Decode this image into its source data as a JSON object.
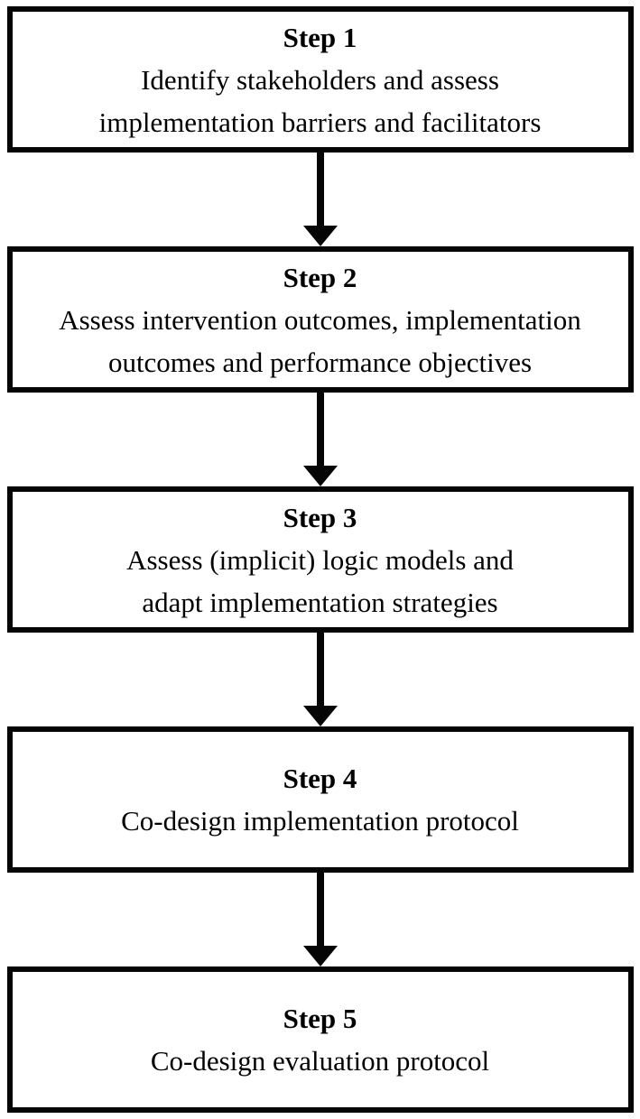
{
  "figure": {
    "type": "flowchart",
    "direction": "top-to-bottom",
    "background_color": "#ffffff",
    "box_border_color": "#050505",
    "text_color": "#000000",
    "arrow_color": "#050505"
  },
  "steps": [
    {
      "title": "Step 1",
      "lines": [
        "Identify stakeholders and assess",
        "implementation barriers and facilitators"
      ]
    },
    {
      "title": "Step 2",
      "lines": [
        "Assess intervention outcomes, implementation",
        "outcomes and performance objectives"
      ]
    },
    {
      "title": "Step 3",
      "lines": [
        "Assess (implicit) logic models and",
        "adapt implementation strategies"
      ]
    },
    {
      "title": "Step 4",
      "lines": [
        "Co-design implementation protocol"
      ]
    },
    {
      "title": "Step 5",
      "lines": [
        "Co-design evaluation protocol"
      ]
    }
  ]
}
